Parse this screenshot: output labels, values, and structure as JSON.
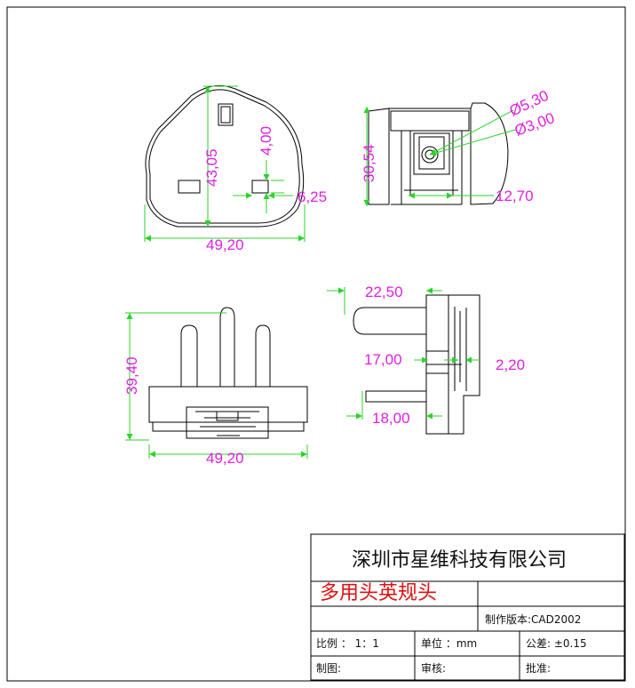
{
  "drawing": {
    "front_view": {
      "width_dim": "49,20",
      "height_dim": "43,05",
      "pin_dim": "4,00",
      "pin_gap_dim": "6,25"
    },
    "side_view": {
      "height_dim": "30,54",
      "diameter_outer": "Ø5,30",
      "diameter_inner": "Ø3,00",
      "width_dim": "12,70"
    },
    "bottom_view": {
      "height_dim": "39,40",
      "width_dim": "49,20"
    },
    "right_view": {
      "pin_length": "22,50",
      "mid_length": "17,00",
      "thickness": "2,20",
      "lower_length": "18,00"
    }
  },
  "title_block": {
    "company": "深圳市星维科技有限公司",
    "part_name": "多用头英规头",
    "version": "制作版本:CAD2002",
    "scale": "比例 ： 1：1",
    "unit": "单位 ：mm",
    "tolerance": "公差: ±0.15",
    "drawn_by": "制图:",
    "checked_by": "审核:",
    "approved_by": "批准:"
  }
}
